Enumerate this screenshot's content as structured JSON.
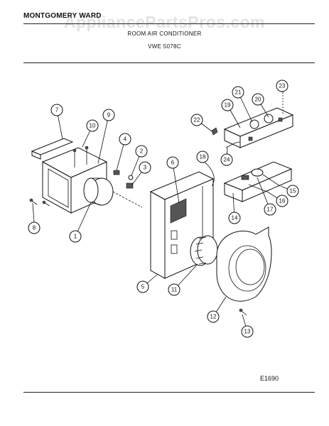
{
  "header": {
    "brand": "MONTGOMERY WARD",
    "title": "ROOM AIR CONDITIONER",
    "model": "VWE 5078C"
  },
  "watermark": "AppliancePartsPros.com",
  "figure_code": "E1690",
  "callouts": [
    "1",
    "2",
    "3",
    "4",
    "5",
    "6",
    "7",
    "8",
    "9",
    "10",
    "11",
    "12",
    "13",
    "14",
    "15",
    "16",
    "17",
    "18",
    "19",
    "20",
    "21",
    "22",
    "23",
    "24"
  ]
}
